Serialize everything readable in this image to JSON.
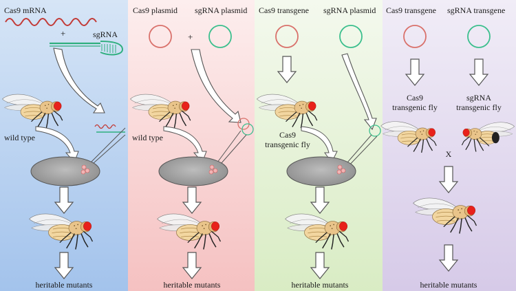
{
  "panels": [
    {
      "id": "mrna",
      "top_labels": [
        "Cas9 mRNA",
        "sgRNA"
      ],
      "plus": "+",
      "fly_label": "wild type",
      "bottom_label": "heritable mutants",
      "color_top": "#c9dcf3",
      "color_bottom": "#a7c6ee"
    },
    {
      "id": "plasmid",
      "top_labels": [
        "Cas9 plasmid",
        "sgRNA plasmid"
      ],
      "plus": "+",
      "fly_label": "wild type",
      "bottom_label": "heritable mutants",
      "color_top": "#fbe3e3",
      "color_bottom": "#f6c4c4"
    },
    {
      "id": "transgene-plasmid",
      "top_labels": [
        "Cas9 transgene",
        "sgRNA plasmid"
      ],
      "fly_label_lines": [
        "Cas9",
        "transgenic fly"
      ],
      "bottom_label": "heritable mutants",
      "color_top": "#eef6e4",
      "color_bottom": "#dcefc8"
    },
    {
      "id": "transgene-transgene",
      "top_labels": [
        "Cas9 transgene",
        "sgRNA transgene"
      ],
      "fly_label_lines_left": [
        "Cas9",
        "transgenic fly"
      ],
      "fly_label_lines_right": [
        "sgRNA",
        "transgenic fly"
      ],
      "cross": "X",
      "bottom_label": "heritable mutants",
      "color_top": "#ebe6f3",
      "color_bottom": "#d8cde9"
    }
  ],
  "colors": {
    "cas9": "#d9716b",
    "sgrna": "#3bbf8d",
    "embryo": "#9e9e9e",
    "fly_body": "#f3d9a6",
    "fly_eye": "#e8211b"
  },
  "icons": {
    "arrow": "down-arrow-icon",
    "fly": "fruit-fly-icon",
    "embryo": "embryo-icon",
    "needle": "injection-needle-icon"
  }
}
